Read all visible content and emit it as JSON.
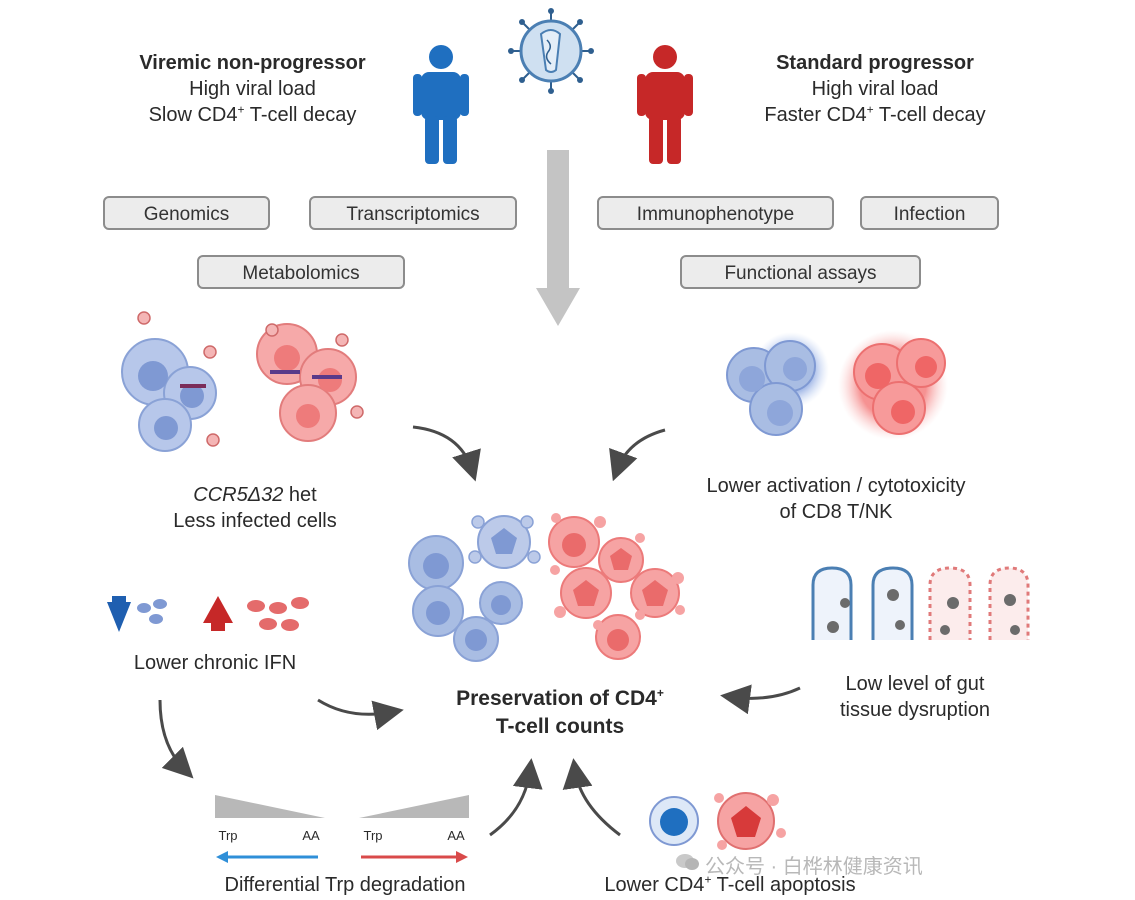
{
  "left_profile": {
    "title": "Viremic non-progressor",
    "line1": "High viral load",
    "line2_a": "Slow CD4",
    "line2_sup": "+",
    "line2_b": " T-cell decay",
    "figure_color": "#1f6fc0"
  },
  "right_profile": {
    "title": "Standard progressor",
    "line1": "High viral load",
    "line2_a": "Faster CD4",
    "line2_sup": "+",
    "line2_b": " T-cell decay",
    "figure_color": "#c62828"
  },
  "methods": {
    "genomics": "Genomics",
    "transcriptomics": "Transcriptomics",
    "metabolomics": "Metabolomics",
    "immunophenotype": "Immunophenotype",
    "infection": "Infection",
    "functional": "Functional assays"
  },
  "factors": {
    "ccr5_a": "CCR5Δ32",
    "ccr5_b": " het",
    "ccr5_line2": "Less infected cells",
    "cd8_line1": "Lower activation / cytotoxicity",
    "cd8_line2": "of CD8 T/NK",
    "ifn": "Lower chronic IFN",
    "gut_line1": "Low level of gut",
    "gut_line2": "tissue dysruption",
    "trp": "Differential Trp degradation",
    "apop_a": "Lower CD4",
    "apop_sup": "+",
    "apop_b": " T-cell apoptosis"
  },
  "center": {
    "line1_a": "Preservation of CD4",
    "line1_sup": "+",
    "line2": "T-cell counts"
  },
  "trp_labels": {
    "left_trp": "Trp",
    "left_aa": "AA",
    "right_trp": "Trp",
    "right_aa": "AA"
  },
  "watermark": "公众号 · 白桦林健康资讯",
  "colors": {
    "blue_cell": "#a9bde3",
    "blue_nucleus": "#7f99d3",
    "red_cell": "#f6a3a3",
    "red_nucleus": "#ea6b6b",
    "arrow": "#4a4a4a"
  }
}
